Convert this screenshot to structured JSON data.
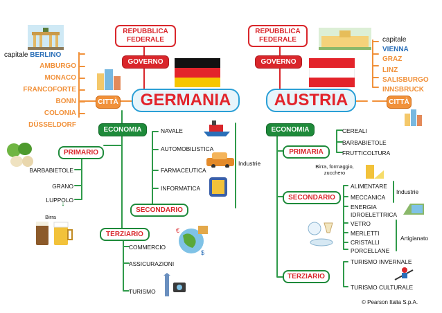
{
  "germany": {
    "title": "GERMANIA",
    "republic": "REPUBBLICA FEDERALE",
    "government": "GOVERNO",
    "cities_label": "CITTÀ",
    "capital_prefix": "capitale",
    "capital": "BERLINO",
    "cities": [
      "AMBURGO",
      "MONACO",
      "FRANCOFORTE",
      "BONN",
      "COLONIA",
      "DÜSSELDORF"
    ],
    "economy": "ECONOMIA",
    "primary": "PRIMARIO",
    "primary_items": [
      "BARBABIETOLE",
      "GRANO",
      "LUPPOLO"
    ],
    "beer": "Birra",
    "secondary": "SECONDARIO",
    "secondary_items": [
      "NAVALE",
      "AUTOMOBILISTICA",
      "FARMACEUTICA",
      "INFORMATICA"
    ],
    "industry_label": "Industrie",
    "tertiary": "TERZIARIO",
    "tertiary_items": [
      "COMMERCIO",
      "ASSICURAZIONI",
      "TURISMO"
    ]
  },
  "austria": {
    "title": "AUSTRIA",
    "republic": "REPUBBLICA FEDERALE",
    "government": "GOVERNO",
    "cities_label": "CITTÀ",
    "capital_prefix": "capitale",
    "capital": "VIENNA",
    "cities": [
      "GRAZ",
      "LINZ",
      "SALISBURGO",
      "INNSBRUCK"
    ],
    "economy": "ECONOMIA",
    "primary": "PRIMARIA",
    "primary_items": [
      "CEREALI",
      "BARBABIETOLE",
      "FRUTTICOLTURA"
    ],
    "primary_note": "Birra, formaggio, zucchero",
    "secondary": "SECONDARIO",
    "industry_items": [
      "ALIMENTARE",
      "MECCANICA"
    ],
    "industry_label": "Industrie",
    "energy_items": [
      "ENERGIA",
      "IDROELETTRICA"
    ],
    "craft_items": [
      "VETRO",
      "MERLETTI",
      "CRISTALLI",
      "PORCELLANE"
    ],
    "craft_label": "Artigianato",
    "tertiary": "TERZIARIO",
    "tertiary_items": [
      "TURISMO INVERNALE",
      "TURISMO CULTURALE"
    ]
  },
  "copyright": "© Pearson Italia S.p.A.",
  "colors": {
    "red": "#d9262b",
    "orange": "#f1913a",
    "green": "#1e8a3a",
    "blue": "#2a9fd6",
    "line_green": "#2f9a4a",
    "line_orange": "#f1913a",
    "line_blue": "#2a9fd6"
  }
}
